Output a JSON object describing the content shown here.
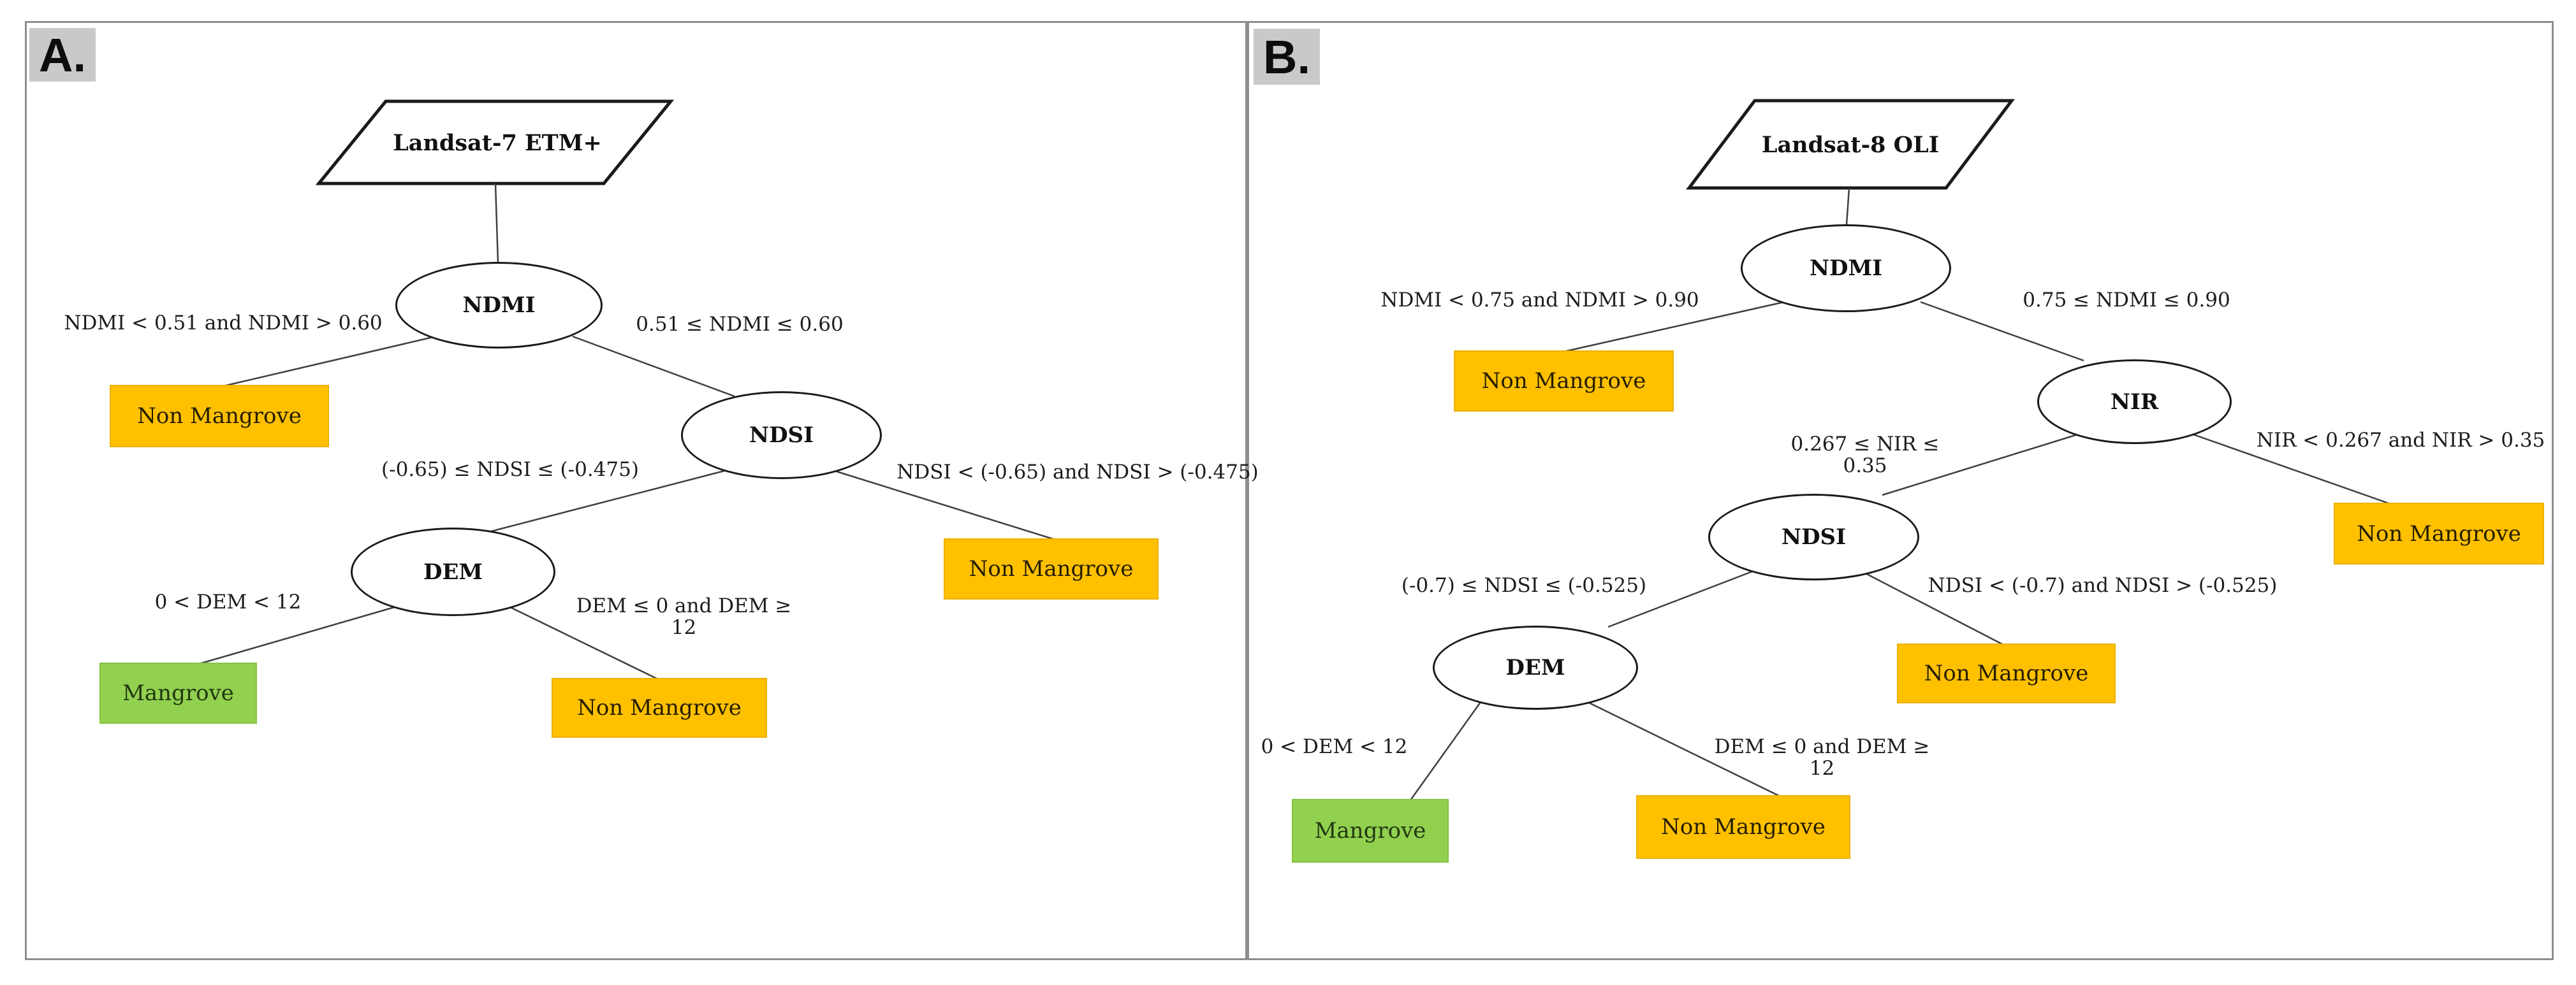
{
  "figure": {
    "type": "decision-tree-flowcharts",
    "colors": {
      "mangrove_fill": "#92D050",
      "non_mangrove_fill": "#FFC000",
      "panel_tag_bg": "#C9C9C9",
      "node_stroke": "#1A1A1A",
      "panel_border": "#8E8E8E"
    }
  },
  "panels": [
    {
      "label": "A.",
      "source": "Landsat-7 ETM+",
      "nodes": [
        "NDMI",
        "NDSI",
        "DEM"
      ],
      "edge_labels": [
        "NDMI < 0.51 and NDMI > 0.60",
        "0.51 ≤ NDMI ≤ 0.60",
        "(-0.65) ≤ NDSI ≤ (-0.475)",
        "NDSI < (-0.65) and NDSI > (-0.475)",
        "0 < DEM < 12",
        "DEM ≤ 0 and DEM ≥ 12"
      ],
      "leaves": [
        {
          "text": "Non Mangrove",
          "type": "non_mangrove"
        },
        {
          "text": "Non Mangrove",
          "type": "non_mangrove"
        },
        {
          "text": "Mangrove",
          "type": "mangrove"
        },
        {
          "text": "Non Mangrove",
          "type": "non_mangrove"
        }
      ]
    },
    {
      "label": "B.",
      "source": "Landsat-8 OLI",
      "nodes": [
        "NDMI",
        "NIR",
        "NDSI",
        "DEM"
      ],
      "edge_labels": [
        "NDMI < 0.75 and NDMI > 0.90",
        "0.75 ≤ NDMI ≤ 0.90",
        "0.267 ≤ NIR ≤ 0.35",
        "NIR < 0.267 and NIR > 0.35",
        "(-0.7) ≤ NDSI ≤ (-0.525)",
        "NDSI < (-0.7) and NDSI > (-0.525)",
        "0 < DEM < 12",
        "DEM ≤ 0 and DEM ≥ 12"
      ],
      "leaves": [
        {
          "text": "Non Mangrove",
          "type": "non_mangrove"
        },
        {
          "text": "Non Mangrove",
          "type": "non_mangrove"
        },
        {
          "text": "Non Mangrove",
          "type": "non_mangrove"
        },
        {
          "text": "Mangrove",
          "type": "mangrove"
        },
        {
          "text": "Non Mangrove",
          "type": "non_mangrove"
        }
      ]
    }
  ]
}
